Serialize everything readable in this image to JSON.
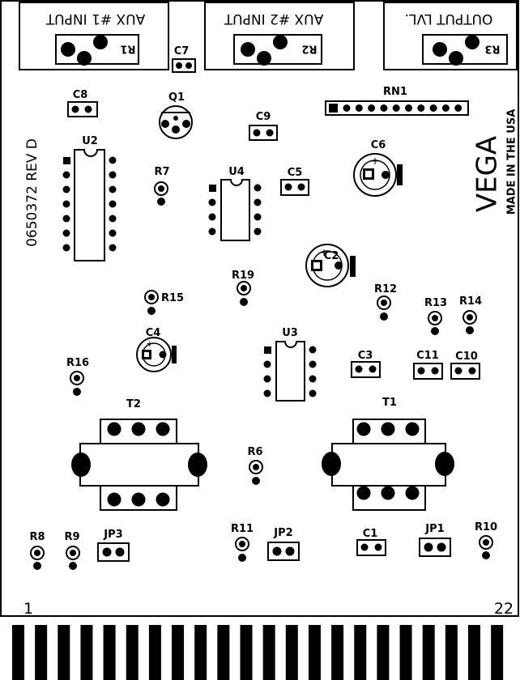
{
  "board": {
    "part_number": "0650372 REV D",
    "brand": "VEGA",
    "origin": "MADE IN THE USA",
    "pin_start": "1",
    "pin_end": "22"
  },
  "pots": {
    "r1": {
      "title": "AUX #1 INPUT",
      "ref": "R1"
    },
    "r2": {
      "title": "AUX #2 INPUT",
      "ref": "R2"
    },
    "r3": {
      "title": "OUTPUT LVL.",
      "ref": "R3"
    }
  },
  "labels": {
    "c7": "C7",
    "c8": "C8",
    "q1": "Q1",
    "c9": "C9",
    "rn1": "RN1",
    "u2": "U2",
    "r7": "R7",
    "u4": "U4",
    "c5": "C5",
    "c6": "C6",
    "c2": "C2",
    "r19": "R19",
    "r15": "R15",
    "r12": "R12",
    "r13": "R13",
    "r14": "R14",
    "c4": "C4",
    "u3": "U3",
    "c3": "C3",
    "c11": "C11",
    "c10": "C10",
    "r16": "R16",
    "t2": "T2",
    "t1": "T1",
    "r6": "R6",
    "r8": "R8",
    "r9": "R9",
    "jp3": "JP3",
    "r11": "R11",
    "jp2": "JP2",
    "c1": "C1",
    "jp1": "JP1",
    "r10": "R10"
  }
}
